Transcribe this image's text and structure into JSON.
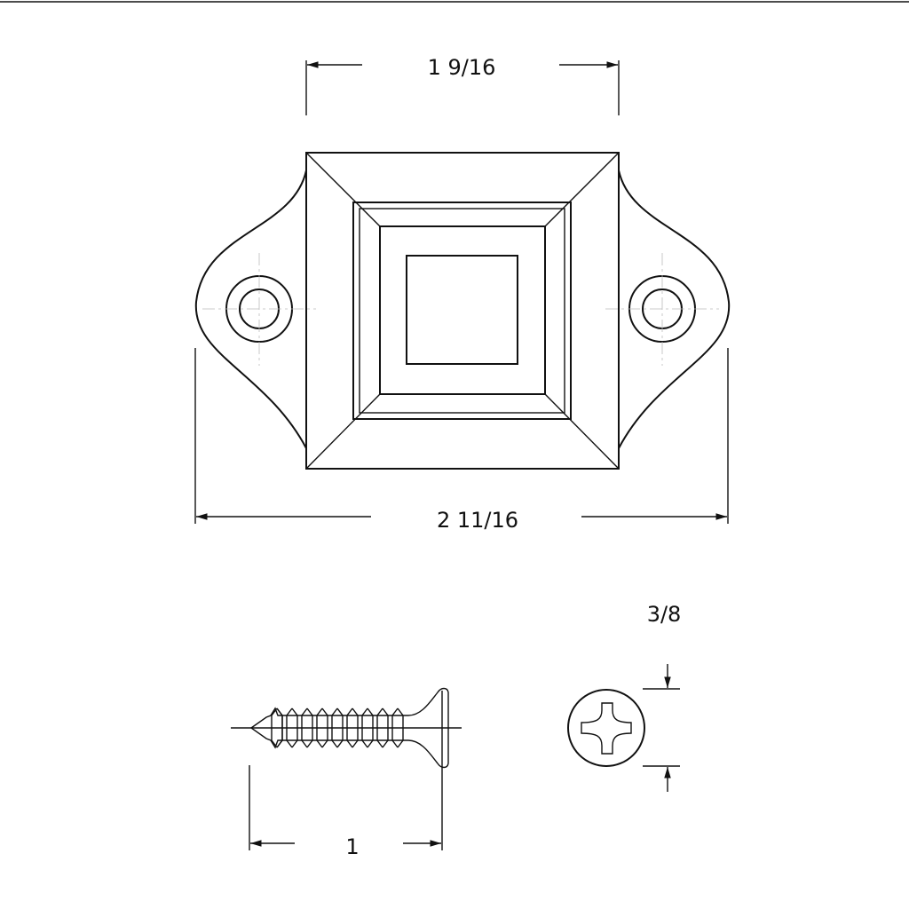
{
  "drawing": {
    "dimensions": {
      "plate_inner_width": "1 9/16",
      "plate_overall_width": "2 11/16",
      "screw_length": "1",
      "screw_head_diameter": "3/8"
    },
    "line_color": "#111111"
  }
}
